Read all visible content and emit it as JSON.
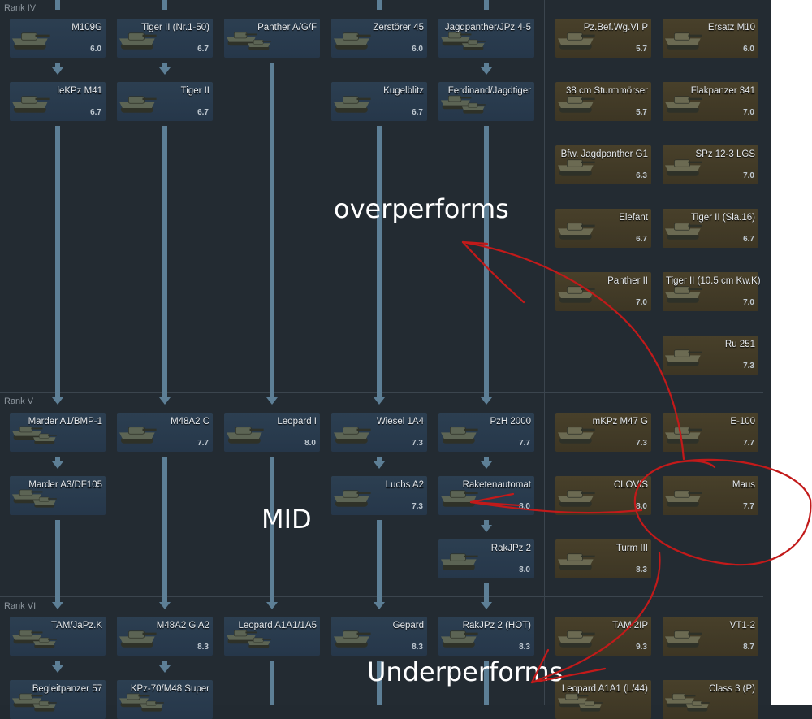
{
  "ranks": {
    "iv": "Rank IV",
    "v": "Rank V",
    "vi": "Rank VI"
  },
  "vehicles": [
    {
      "name": "M109G",
      "br": "6.0"
    },
    {
      "name": "Tiger II (Nr.1-50)",
      "br": "6.7"
    },
    {
      "name": "Panther A/G/F",
      "br": ""
    },
    {
      "name": "Zerstörer 45",
      "br": "6.0"
    },
    {
      "name": "Jagdpanther/JPz 4-5",
      "br": ""
    },
    {
      "name": "leKPz M41",
      "br": "6.7"
    },
    {
      "name": "Tiger II",
      "br": "6.7"
    },
    {
      "name": "Kugelblitz",
      "br": "6.7"
    },
    {
      "name": "Ferdinand/Jagdtiger",
      "br": ""
    },
    {
      "name": "Marder A1/BMP-1",
      "br": ""
    },
    {
      "name": "M48A2 C",
      "br": "7.7"
    },
    {
      "name": "Leopard I",
      "br": "8.0"
    },
    {
      "name": "Wiesel 1A4",
      "br": "7.3"
    },
    {
      "name": "PzH 2000",
      "br": "7.7"
    },
    {
      "name": "Marder A3/DF105",
      "br": ""
    },
    {
      "name": "Luchs A2",
      "br": "7.3"
    },
    {
      "name": "Raketenautomat",
      "br": "8.0"
    },
    {
      "name": "RakJPz 2",
      "br": "8.0"
    },
    {
      "name": "TAM/JaPz.K",
      "br": ""
    },
    {
      "name": "M48A2 G A2",
      "br": "8.3"
    },
    {
      "name": "Leopard A1A1/1A5",
      "br": ""
    },
    {
      "name": "Gepard",
      "br": "8.3"
    },
    {
      "name": "RakJPz 2 (HOT)",
      "br": "8.3"
    },
    {
      "name": "Begleitpanzer 57",
      "br": ""
    },
    {
      "name": "KPz-70/M48 Super",
      "br": ""
    },
    {
      "name": "Pz.Bef.Wg.VI P",
      "br": "5.7"
    },
    {
      "name": "Ersatz M10",
      "br": "6.0"
    },
    {
      "name": "38 cm Sturmmörser",
      "br": "5.7"
    },
    {
      "name": "Flakpanzer 341",
      "br": "7.0"
    },
    {
      "name": "Bfw. Jagdpanther G1",
      "br": "6.3"
    },
    {
      "name": "SPz 12-3 LGS",
      "br": "7.0"
    },
    {
      "name": "Elefant",
      "br": "6.7"
    },
    {
      "name": "Tiger II (Sla.16)",
      "br": "6.7"
    },
    {
      "name": "Panther II",
      "br": "7.0"
    },
    {
      "name": "Tiger II (10.5 cm Kw.K)",
      "br": "7.0"
    },
    {
      "name": "Ru 251",
      "br": "7.3"
    },
    {
      "name": "mKPz M47 G",
      "br": "7.3"
    },
    {
      "name": "E-100",
      "br": "7.7"
    },
    {
      "name": "CLOVIS",
      "br": "8.0"
    },
    {
      "name": "Maus",
      "br": "7.7"
    },
    {
      "name": "Turm III",
      "br": "8.3"
    },
    {
      "name": "TAM 2IP",
      "br": "9.3"
    },
    {
      "name": "VT1-2",
      "br": "8.7"
    },
    {
      "name": "Leopard A1A1 (L/44)",
      "br": ""
    },
    {
      "name": "Class 3 (P)",
      "br": ""
    }
  ],
  "annotations": {
    "overperforms": "overperforms",
    "mid": "MID",
    "underperforms": "Underperforms"
  },
  "colors": {
    "background": "#232b32",
    "researchable_card": "#2c3f51",
    "premium_card": "#48402a",
    "connector": "#5d7f96",
    "annotation_ink": "#c21a1a"
  }
}
